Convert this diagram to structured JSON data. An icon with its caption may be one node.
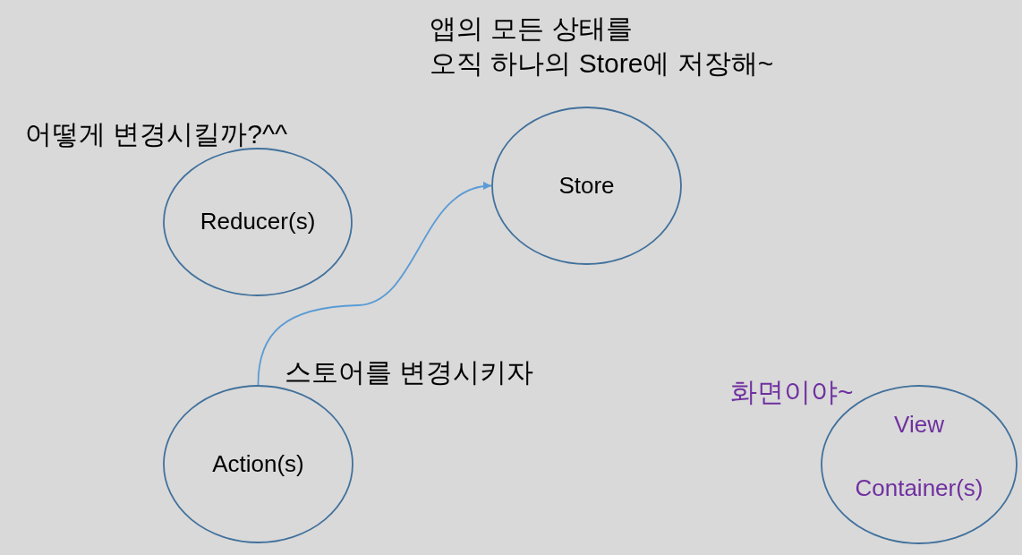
{
  "diagram": {
    "nodes": [
      {
        "text": [
          "Reducer(s)"
        ],
        "beside": [
          "어떻게 변경시킬까?^^"
        ]
      },
      {
        "text": [
          "Store"
        ],
        "beside": [
          "앱의 모든 상태를 오직 하나의 Store에 저장해~"
        ]
      },
      {
        "text": [
          "Action(s)"
        ],
        "beside": [
          "스토어를 변경시키자"
        ]
      },
      {
        "text": [
          "View",
          "Container(s)"
        ],
        "beside": [
          "화면이야~"
        ]
      }
    ],
    "edges": [
      {
        "from": 2,
        "to": 1,
        "arrow": "to"
      }
    ]
  }
}
